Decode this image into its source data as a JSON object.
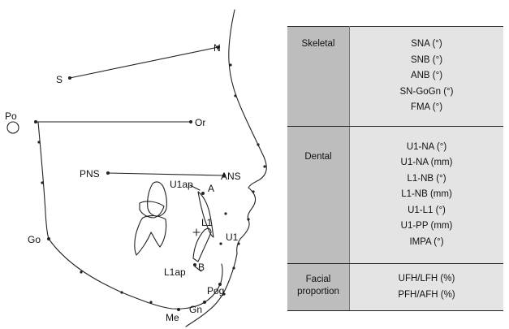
{
  "landmarks": {
    "N": "N",
    "S": "S",
    "Po": "Po",
    "Or": "Or",
    "PNS": "PNS",
    "ANS": "ANS",
    "U1ap": "U1ap",
    "A": "A",
    "L1": "L1",
    "U1": "U1",
    "Go": "Go",
    "L1ap": "L1ap",
    "B": "B",
    "Pog": "Pog",
    "Gn": "Gn",
    "Me": "Me"
  },
  "table": {
    "rows": [
      {
        "category": "Skeletal",
        "measures": [
          "SNA (°)",
          "SNB (°)",
          "ANB (°)",
          "SN-GoGn (°)",
          "FMA (°)"
        ]
      },
      {
        "category": "Dental",
        "measures": [
          "U1-NA (°)",
          "U1-NA (mm)",
          "L1-NB (°)",
          "L1-NB (mm)",
          "U1-L1 (°)",
          "U1-PP (mm)",
          "IMPA (°)"
        ]
      },
      {
        "category_lines": [
          "Facial",
          "proportion"
        ],
        "measures": [
          "UFH/LFH (%)",
          "PFH/AFH (%)"
        ]
      }
    ]
  }
}
